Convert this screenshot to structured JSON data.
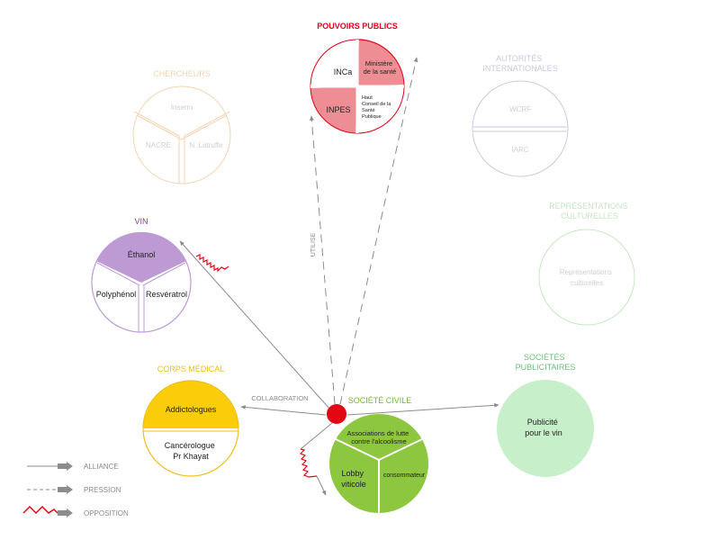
{
  "colors": {
    "pouvoirs": "#e2001a",
    "pouvoirs_fill": "#ee8d94",
    "chercheurs": "#f5d3b0",
    "autorites": "#cdc7e2",
    "representations": "#c6e6c3",
    "vin": "#7e3f98",
    "vin_fill": "#bd9ad3",
    "corps": "#f0be1b",
    "corps_fill": "#fbcc0a",
    "societe": "#76b82a",
    "societe_fill": "#8dc63f",
    "publicitaires": "#6cc27a",
    "publicitaires_fill": "#c6efca",
    "arrow": "#8c8c8c",
    "opposition": "#e30613",
    "center_dot": "#e30613"
  },
  "pouvoirs_publics": {
    "title": "POUVOIRS PUBLICS",
    "inca": "INCa",
    "ministere": [
      "Ministère",
      "de la santé"
    ],
    "inpes": "INPES",
    "haut_conseil": [
      "Haut",
      "Conseil de la",
      "Santé",
      "Publique"
    ]
  },
  "chercheurs": {
    "title": "CHERCHEURS",
    "inserm": "Inserm",
    "nacre": "NACRE",
    "latruffe": "N. Latruffe"
  },
  "autorites": {
    "title": [
      "AUTORITÉS",
      "INTERNATIONALES"
    ],
    "wcrf": "WCRF",
    "iarc": "IARC"
  },
  "representations": {
    "title": [
      "REPRÉSENTATIONS",
      "CULTURELLES"
    ],
    "label": [
      "Représentations",
      "culturelles"
    ]
  },
  "vin": {
    "title": "VIN",
    "ethanol": "Éthanol",
    "polyphenol": "Polyphénol",
    "resveratrol": "Resvératrol"
  },
  "corps_medical": {
    "title": "CORPS MÉDICAL",
    "addictologues": "Addictologues",
    "cancerologue": [
      "Cancérologue",
      "Pr Khayat"
    ]
  },
  "societe_civile": {
    "title": "SOCIÉTÉ CIVILE",
    "associations": [
      "Associations de lutte",
      "contre l'alcoolisme"
    ],
    "lobby": [
      "Lobby",
      "viticole"
    ],
    "consommateur": "consommateur"
  },
  "societes_publicitaires": {
    "title": [
      "SOCIÉTÉS",
      "PUBLICITAIRES"
    ],
    "label": [
      "Publicité",
      "pour le vin"
    ]
  },
  "edge_labels": {
    "utilise": "UTILISE",
    "collaboration": "COLLABORATION"
  },
  "legend": {
    "alliance": "ALLIANCE",
    "pression": "PRESSION",
    "opposition": "OPPOSITION"
  }
}
